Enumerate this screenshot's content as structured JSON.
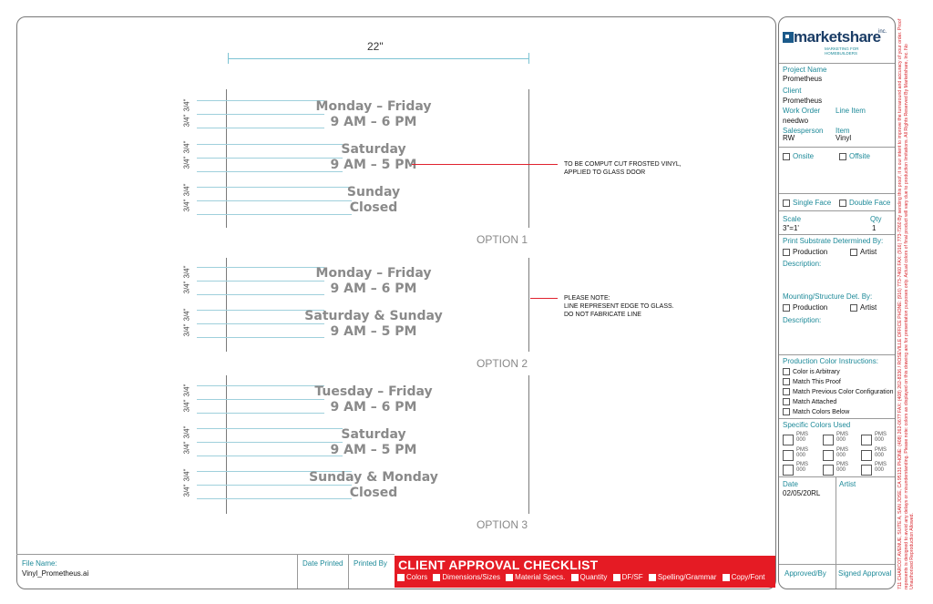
{
  "dimension": {
    "width_label": "22\"",
    "line_label": "3/4\""
  },
  "options": [
    {
      "label": "OPTION 1",
      "lines": [
        "Monday – Friday",
        "9 AM – 6 PM",
        "Saturday",
        "9 AM – 5 PM",
        "Sunday",
        "Closed"
      ]
    },
    {
      "label": "OPTION 2",
      "lines": [
        "Monday – Friday",
        "9 AM – 6 PM",
        "Saturday & Sunday",
        "9 AM – 5 PM"
      ]
    },
    {
      "label": "OPTION 3",
      "lines": [
        "Tuesday – Friday",
        "9 AM – 6 PM",
        "Saturday",
        "9 AM – 5 PM",
        "Sunday & Monday",
        "Closed"
      ]
    }
  ],
  "notes": {
    "note1": [
      "TO BE COMPUT CUT FROSTED VINYL,",
      "APPLIED TO GLASS DOOR"
    ],
    "note2": [
      "PLEASE NOTE:",
      "LINE REPRESENT EDGE TO GLASS.",
      "DO NOT FABRICATE LINE"
    ]
  },
  "logo": {
    "name": "marketshare",
    "suffix": "inc.",
    "tagline": "MARKETING FOR HOMEBUILDERS"
  },
  "sidebar": {
    "project_name_label": "Project Name",
    "project_name": "Prometheus",
    "client_label": "Client",
    "client": "Prometheus",
    "work_order_label": "Work Order",
    "work_order": "needwo",
    "line_item_label": "Line Item",
    "salesperson_label": "Salesperson",
    "salesperson": "RW",
    "item_label": "Item",
    "item": "Vinyl",
    "onsite": "Onsite",
    "offsite": "Offsite",
    "single_face": "Single Face",
    "double_face": "Double Face",
    "scale_label": "Scale",
    "scale": "3\"=1'",
    "qty_label": "Qty",
    "qty": "1",
    "print_substrate_label": "Print Substrate Determined By:",
    "production": "Production",
    "artist": "Artist",
    "description_label": "Description:",
    "mounting_label": "Mounting/Structure Det. By:",
    "production_color_label": "Production Color Instructions:",
    "color_options": [
      "Color is Arbitrary",
      "Match This Proof",
      "Match Previous Color Configuration",
      "Match Attached",
      "Match Colors Below"
    ],
    "specific_colors_label": "Specific Colors Used",
    "pms_label": "PMS",
    "pms_value": "000",
    "date_label": "Date",
    "date": "02/05/20RL",
    "artist_label": "Artist",
    "approved_by": "Approved/By",
    "signed_approval": "Signed Approval"
  },
  "footer": {
    "file_name_label": "File Name:",
    "file_name": "Vinyl_Prometheus.ai",
    "date_printed": "Date Printed",
    "printed_by": "Printed By",
    "checklist_title": "CLIENT APPROVAL CHECKLIST",
    "checklist_items": [
      "Colors",
      "Dimensions/Sizes",
      "Material Specs.",
      "Quantity",
      "DF/SF",
      "Spelling/Grammar",
      "Copy/Font"
    ]
  },
  "legal_text": "711 CHARCOT AVENUE, SUITE A, SAN JOSE, CA 95131   PHONE: (408) 262-0677   FAX: (408) 262-8336  /  ROSEVILLE OFFICE  PHONE: (916) 773-7460  FAX: (916) 773-7260    By sending this proof, it is our intent to improve the turnaround and accuracy of your order. Proof represents is designed to avoid any delays or misunderstanding. Please note: colors as displayed on this drawing are for presentation purposes only. Actual colors of final product will vary due to production limitations. All Rights Reserved By Marketshare, Inc. No Unauthorized Reproduction Allowed.",
  "colors": {
    "accent_red": "#e51b24",
    "teal": "#1e8a99",
    "sign_gray": "#8a8a8a"
  }
}
